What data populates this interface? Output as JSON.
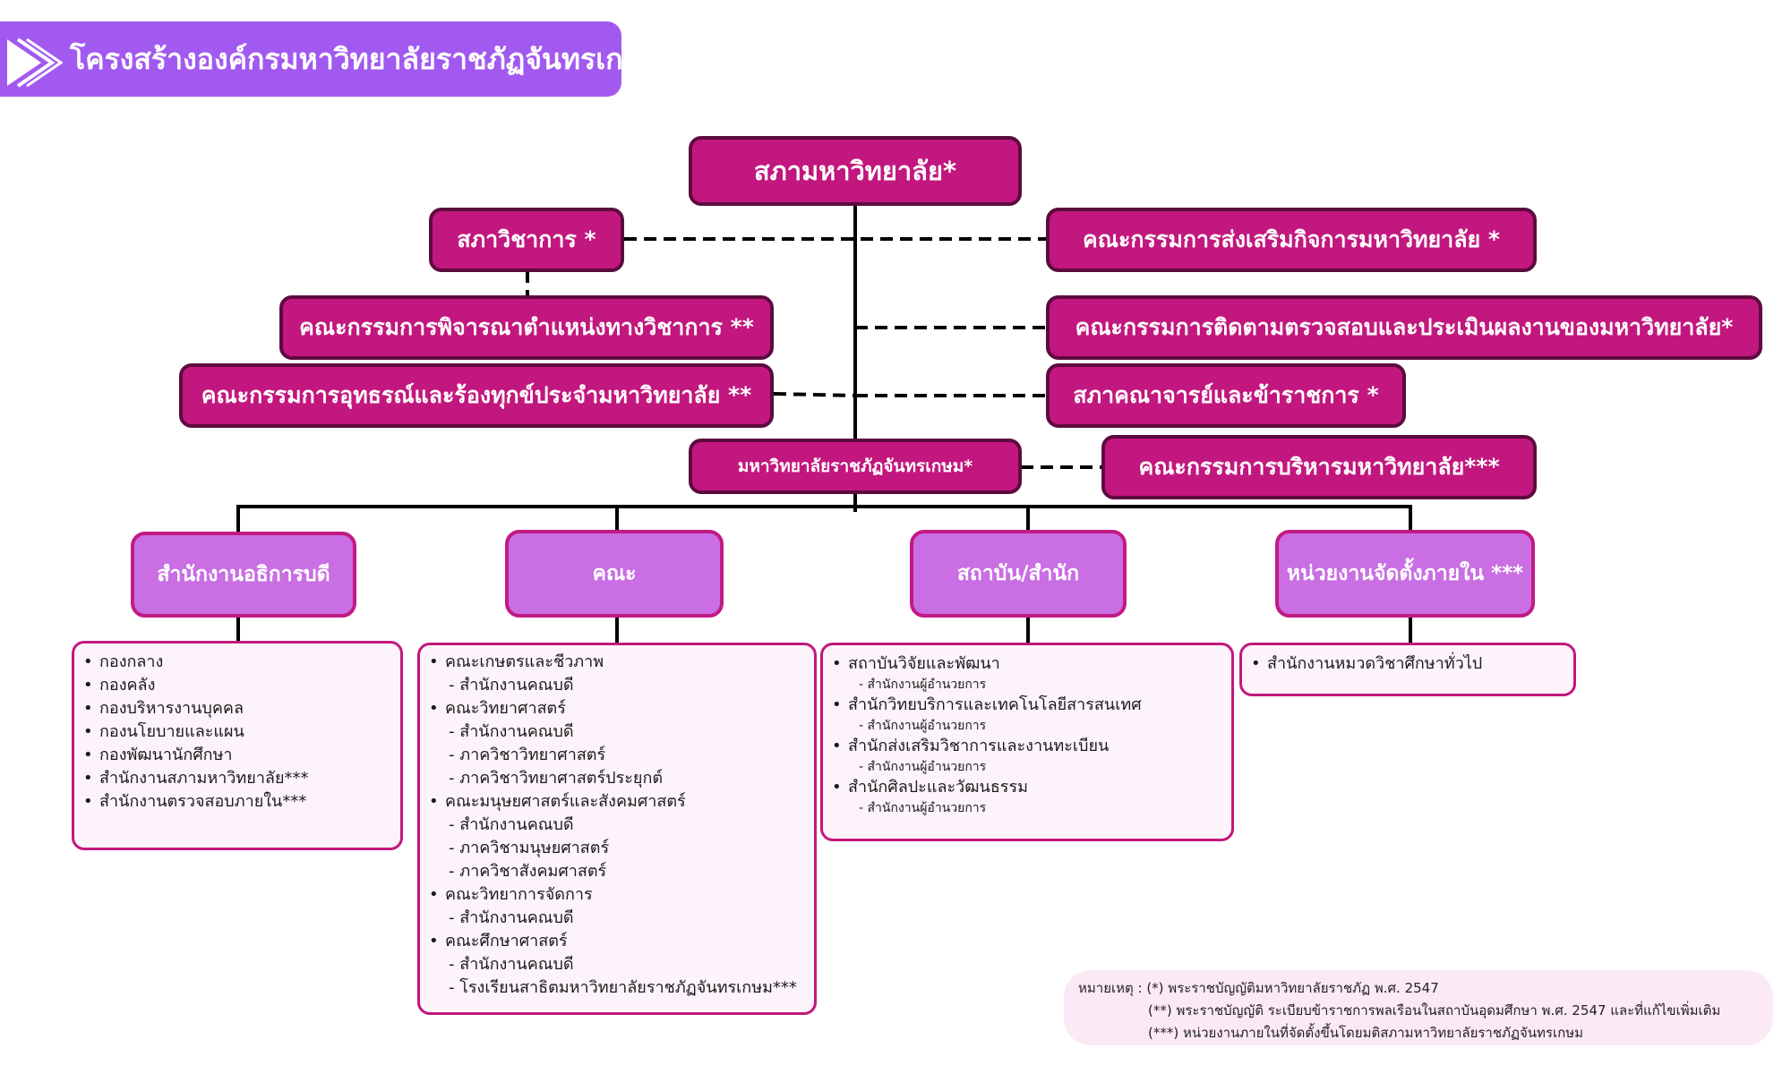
{
  "header": {
    "title": "โครงสร้างองค์กรมหาวิทยาลัยราชภัฏจันทรเกษม",
    "icon": "play-arrow-icon",
    "color": "#a259f0"
  },
  "colors": {
    "dark_box": "#c2177e",
    "dark_border": "#5c0b3f",
    "category_box": "#c96ee3",
    "list_bg": "#fdf3fb",
    "note_bg": "#fbe9f6"
  },
  "nodes": {
    "council": "สภามหาวิทยาลัย*",
    "academic_council": "สภาวิชาการ *",
    "promotion_committee": "คณะกรรมการส่งเสริมกิจการมหาวิทยาลัย *",
    "academic_position_committee": "คณะกรรมการพิจารณาตำแหน่งทางวิชาการ **",
    "monitoring_committee": "คณะกรรมการติดตามตรวจสอบและประเมินผลงานของมหาวิทยาลัย*",
    "appeal_committee": "คณะกรรมการอุทธรณ์และร้องทุกข์ประจำมหาวิทยาลัย **",
    "faculty_senate": "สภาคณาจารย์และข้าราชการ *",
    "university": "มหาวิทยาลัยราชภัฏจันทรเกษม*",
    "executive_committee": "คณะกรรมการบริหารมหาวิทยาลัย***"
  },
  "categories": [
    {
      "label": "สำนักงานอธิการบดี",
      "items": [
        {
          "name": "กองกลาง",
          "subs": []
        },
        {
          "name": "กองคลัง",
          "subs": []
        },
        {
          "name": "กองบริหารงานบุคคล",
          "subs": []
        },
        {
          "name": "กองนโยบายและแผน",
          "subs": []
        },
        {
          "name": "กองพัฒนานักศึกษา",
          "subs": []
        },
        {
          "name": "สำนักงานสภามหาวิทยาลัย***",
          "subs": []
        },
        {
          "name": "สำนักงานตรวจสอบภายใน***",
          "subs": []
        }
      ]
    },
    {
      "label": "คณะ",
      "items": [
        {
          "name": "คณะเกษตรและชีวภาพ",
          "subs": [
            "- สำนักงานคณบดี"
          ]
        },
        {
          "name": " คณะวิทยาศาสตร์",
          "subs": [
            "- สำนักงานคณบดี",
            "- ภาควิชาวิทยาศาสตร์",
            "- ภาควิชาวิทยาศาสตร์ประยุกต์"
          ]
        },
        {
          "name": "คณะมนุษยศาสตร์และสังคมศาสตร์",
          "subs": [
            "- สำนักงานคณบดี",
            "- ภาควิชามนุษยศาสตร์",
            "- ภาควิชาสังคมศาสตร์"
          ]
        },
        {
          "name": "คณะวิทยาการจัดการ",
          "subs": [
            "- สำนักงานคณบดี"
          ]
        },
        {
          "name": "คณะศึกษาศาสตร์",
          "subs": [
            "- สำนักงานคณบดี",
            "- โรงเรียนสาธิตมหาวิทยาลัยราชภัฏจันทรเกษม***"
          ]
        }
      ]
    },
    {
      "label": "สถาบัน/สำนัก",
      "items": [
        {
          "name": "สถาบันวิจัยและพัฒนา",
          "subs": [
            "- สำนักงานผู้อำนวยการ"
          ]
        },
        {
          "name": "สำนักวิทยบริการและเทคโนโลยีสารสนเทศ",
          "subs": [
            "- สำนักงานผู้อำนวยการ"
          ]
        },
        {
          "name": "สำนักส่งเสริมวิชาการและงานทะเบียน",
          "subs": [
            "- สำนักงานผู้อำนวยการ"
          ]
        },
        {
          "name": "สำนักศิลปะและวัฒนธรรม",
          "subs": [
            "- สำนักงานผู้อำนวยการ"
          ]
        }
      ]
    },
    {
      "label": "หน่วยงานจัดตั้งภายใน ***",
      "items": [
        {
          "name": "สำนักงานหมวดวิชาศึกษาทั่วไป",
          "subs": []
        }
      ]
    }
  ],
  "notes": [
    "หมายเหตุ : (*) พระราชบัญญัติมหาวิทยาลัยราชภัฏ พ.ศ. 2547",
    "(**) พระราชบัญญัติ ระเบียบข้าราชการพลเรือนในสถาบันอุดมศึกษา พ.ศ. 2547 และที่แก้ไขเพิ่มเติม",
    "(***) หน่วยงานภายในที่จัดตั้งขึ้นโดยมติสภามหาวิทยาลัยราชภัฏจันทรเกษม"
  ]
}
